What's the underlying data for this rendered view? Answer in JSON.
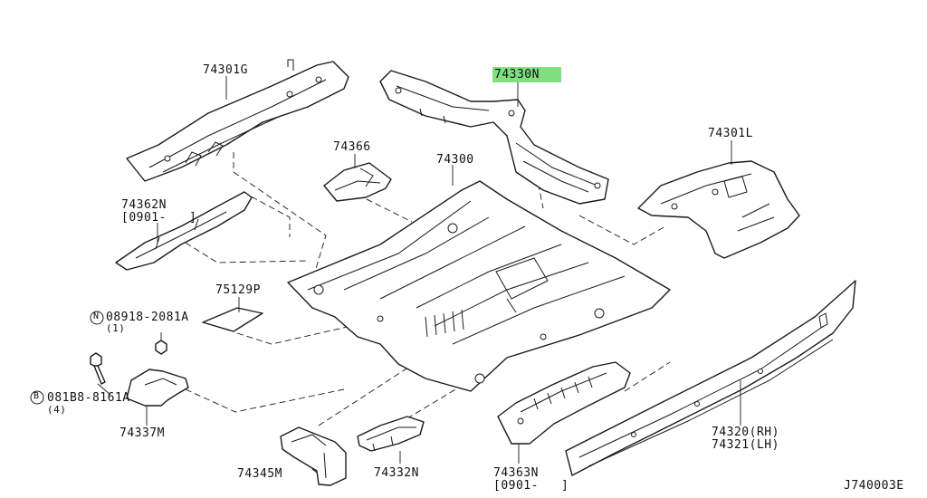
{
  "diagram_id": "J740003E",
  "highlight_color": "#7FE07F",
  "labels": {
    "p74301G": "74301G",
    "p74330N": "74330N",
    "p74366": "74366",
    "p74300": "74300",
    "p74301L": "74301L",
    "p74362N": "74362N",
    "p74362N_note": "[0901-   ]",
    "p75129P": "75129P",
    "nut_code": "08918-2081A",
    "nut_qty": "(1)",
    "nut_symbol": "N",
    "bolt_code": "081B8-8161A",
    "bolt_qty": "(4)",
    "bolt_symbol": "B",
    "p74337M": "74337M",
    "p74345M": "74345M",
    "p74332N": "74332N",
    "p74363N": "74363N",
    "p74363N_note": "[0901-   ]",
    "p74320": "74320(RH)",
    "p74321": "74321(LH)"
  }
}
